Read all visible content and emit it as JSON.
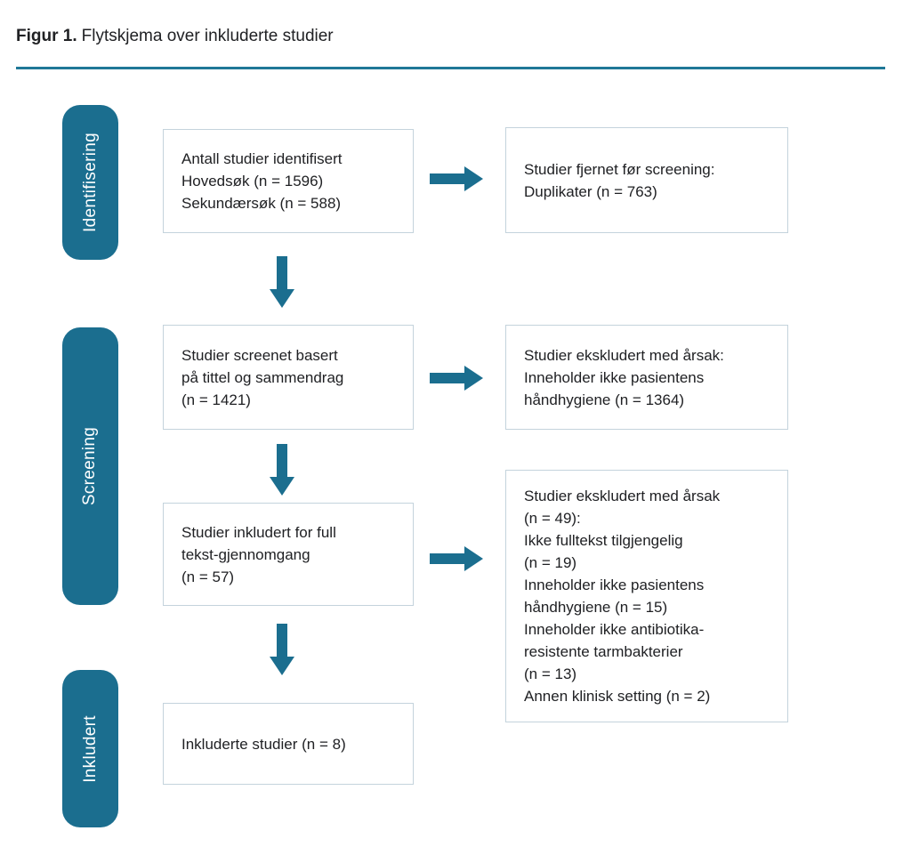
{
  "figure": {
    "title_prefix": "Figur 1.",
    "title_text": "Flytskjema over inkluderte studier"
  },
  "colors": {
    "accent": "#1b6e8f",
    "rule": "#1f7897",
    "border": "#c4d3dc",
    "text": "#202124",
    "stage_label": "#ffffff"
  },
  "stages": [
    {
      "label": "Identifisering"
    },
    {
      "label": "Screening"
    },
    {
      "label": "Inkludert"
    }
  ],
  "flow": {
    "identified": "Antall studier identifisert\nHovedsøk (n = 1596)\nSekundærsøk (n = 588)",
    "screened": "Studier screenet basert\npå tittel og sammendrag\n(n = 1421)",
    "fulltext": "Studier inkludert for full\ntekst-gjennomgang\n(n = 57)",
    "included": "Inkluderte studier (n = 8)",
    "removed_before_screening": "Studier fjernet før screening:\nDuplikater (n = 763)",
    "excluded_screening": "Studier ekskludert med årsak:\nInneholder ikke pasientens\nhåndhygiene (n = 1364)",
    "excluded_fulltext": "Studier ekskludert med årsak\n(n = 49):\nIkke fulltekst tilgjengelig\n(n = 19)\nInneholder ikke pasientens\nhåndhygiene (n = 15)\nInneholder ikke antibiotika-\nresistente tarmbakterier\n(n = 13)\nAnnen klinisk setting (n = 2)"
  }
}
